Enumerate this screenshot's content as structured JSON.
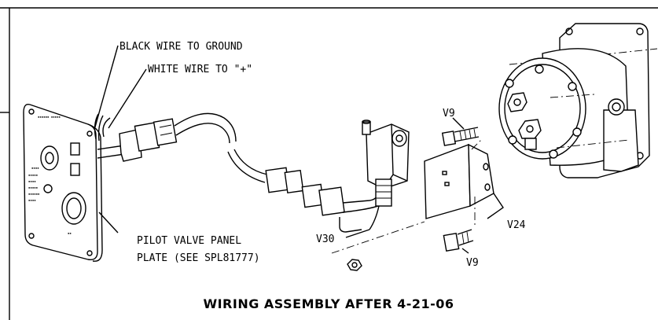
{
  "labels": {
    "black_wire": "BLACK WIRE TO GROUND",
    "white_wire": "WHITE WIRE TO \"+\"",
    "panel_line1": "PILOT VALVE PANEL",
    "panel_line2": "PLATE (SEE SPL81777)",
    "v9_top": "V9",
    "v9_bottom": "V9",
    "v24": "V24",
    "v30": "V30"
  },
  "title": "WIRING ASSEMBLY AFTER 4-21-06"
}
